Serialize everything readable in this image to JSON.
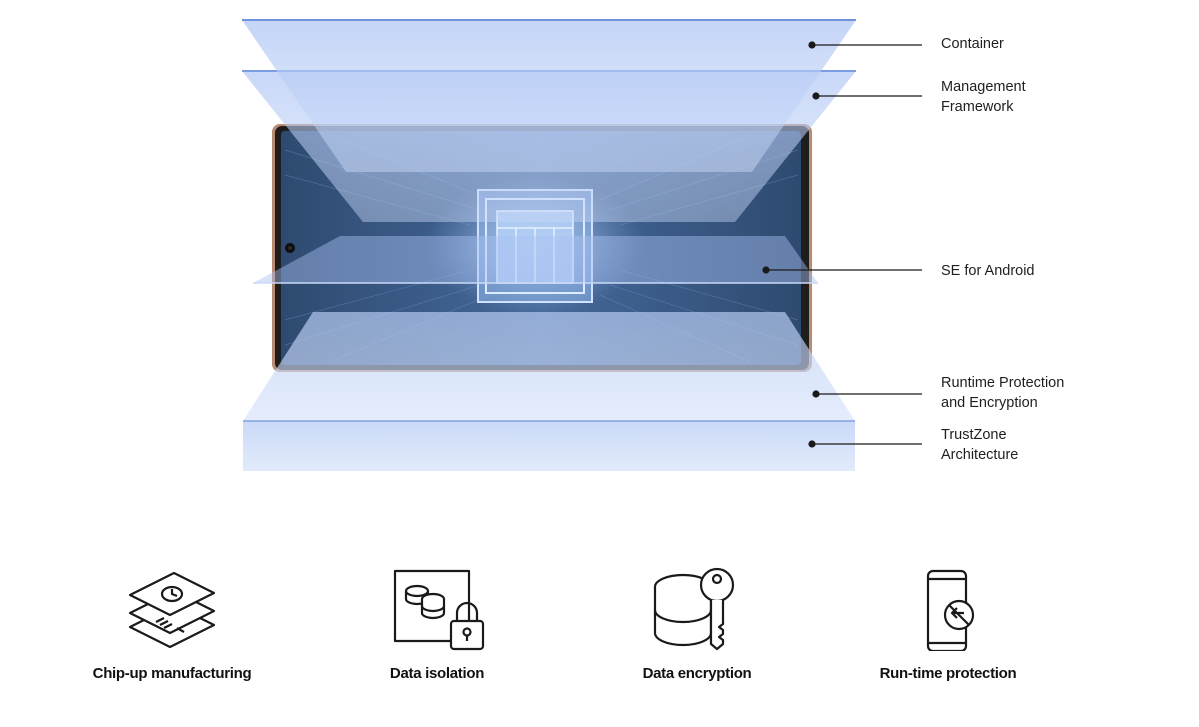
{
  "layers": [
    {
      "line1": "Container",
      "line2": ""
    },
    {
      "line1": "Management",
      "line2": "Framework"
    },
    {
      "line1": "SE for Android",
      "line2": ""
    },
    {
      "line1": "Runtime Protection",
      "line2": "and Encryption"
    },
    {
      "line1": "TrustZone",
      "line2": "Architecture"
    }
  ],
  "features": [
    {
      "label": "Chip-up manufacturing",
      "icon": "chip-manufacturing-icon"
    },
    {
      "label": "Data isolation",
      "icon": "data-isolation-icon"
    },
    {
      "label": "Data encryption",
      "icon": "data-encryption-icon"
    },
    {
      "label": "Run-time protection",
      "icon": "runtime-protection-icon"
    }
  ],
  "colors": {
    "layer_fill": "#9fb9ef",
    "layer_edge": "#6f93dd",
    "screen": "#2f4e76",
    "phone_frame": "#2a2a2a",
    "leader_line": "#1a1a1a"
  }
}
